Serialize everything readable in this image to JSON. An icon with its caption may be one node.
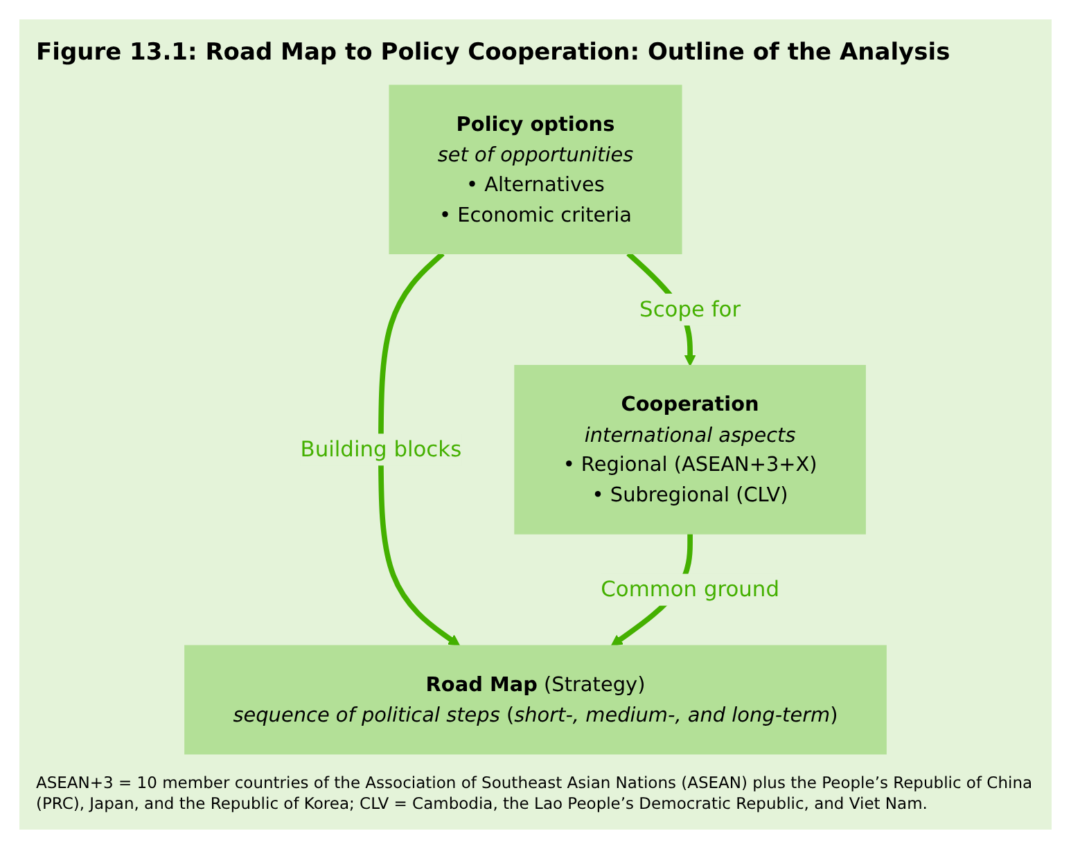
{
  "diagram": {
    "title": "Figure 13.1: Road Map to Policy Cooperation: Outline of the Analysis",
    "nodes": [
      {
        "text": [
          "Policy options",
          "set of opportunities",
          "• Alternatives",
          "• Economic criteria"
        ]
      },
      {
        "text": [
          "Cooperation",
          "international aspects",
          "• Regional (ASEAN+3+X)",
          "• Subregional (CLV)"
        ]
      },
      {
        "text": [
          "**Road Map** (Strategy)",
          "*sequence of political steps* (*short-, medium-, and long-term*)"
        ]
      }
    ],
    "edges": [
      {
        "from": 0,
        "to": 1,
        "arrow": "to",
        "label": "Scope for"
      },
      {
        "from": 0,
        "to": 2,
        "arrow": "to",
        "label": "Building blocks"
      },
      {
        "from": 1,
        "to": 2,
        "arrow": "to",
        "label": "Common ground"
      }
    ],
    "caption": "ASEAN+3 = 10 member countries of the Association of Southeast Asian Nations (ASEAN) plus the People’s Republic of China (PRC), Japan, and the Republic of Korea; CLV = Cambodia, the Lao People’s Democratic Republic, and Viet Nam."
  }
}
